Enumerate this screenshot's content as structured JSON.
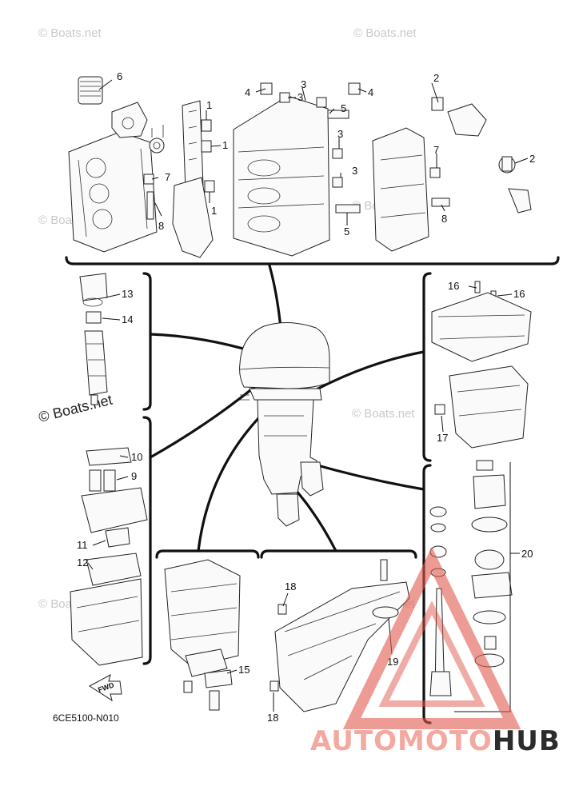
{
  "watermark_text": "© Boats.net",
  "watermark_main": "© Boats.net",
  "part_code": "6CE5100-N010",
  "fwd_label": "FWD",
  "brand": {
    "part1": "AUTOMOTO",
    "part2": "HUB",
    "color1": "#f4a9a0",
    "color2": "#2c2c2c",
    "triangle_color": "#e05a4d"
  },
  "callouts": [
    "1",
    "1",
    "1",
    "2",
    "2",
    "3",
    "3",
    "3",
    "3",
    "4",
    "4",
    "5",
    "5",
    "6",
    "7",
    "7",
    "8",
    "8",
    "9",
    "10",
    "11",
    "12",
    "13",
    "14",
    "15",
    "16",
    "16",
    "17",
    "18",
    "18",
    "19",
    "20"
  ]
}
